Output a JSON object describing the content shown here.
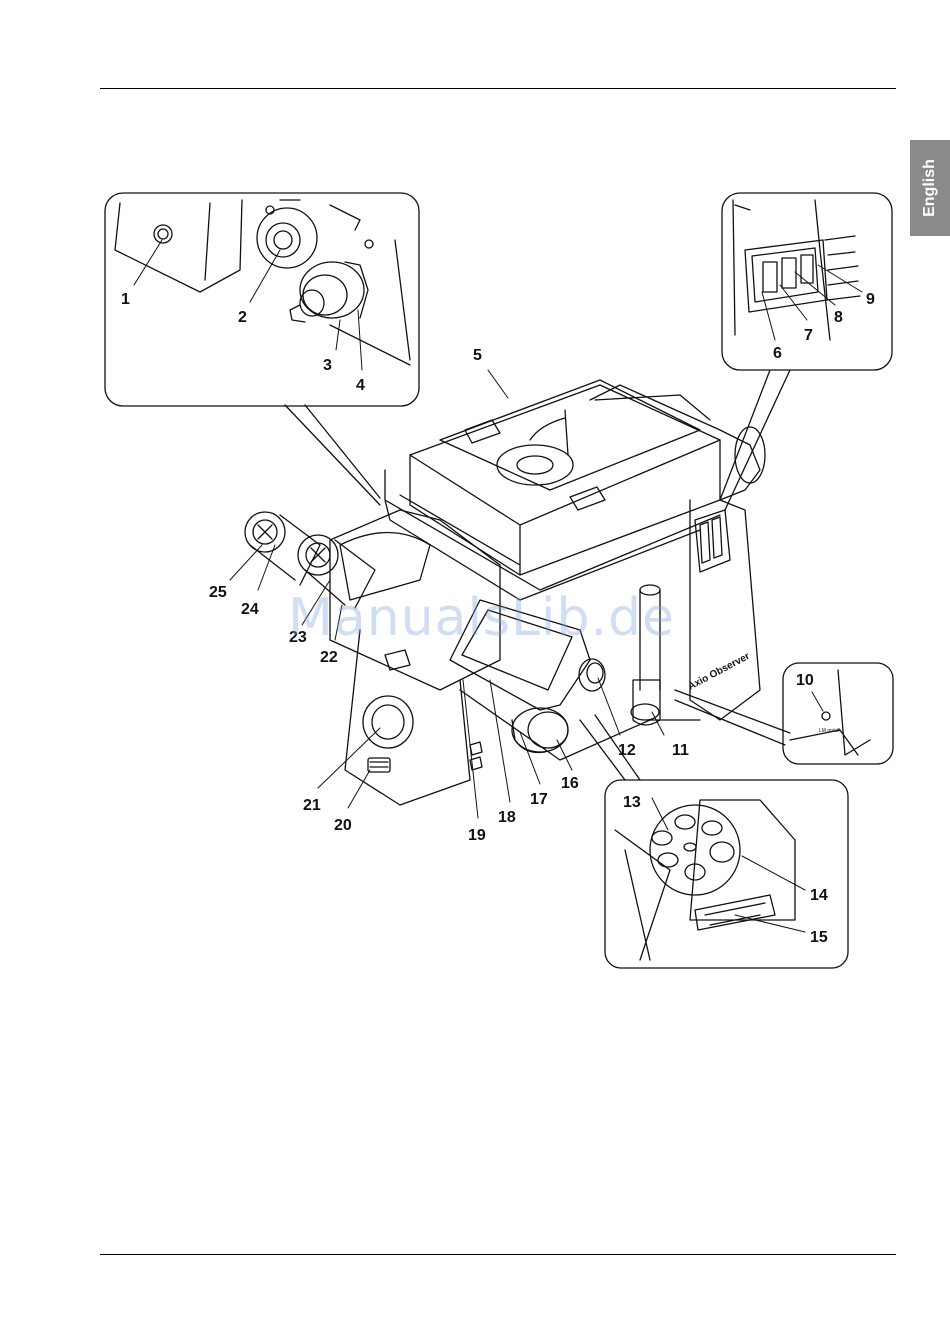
{
  "language_tab": "English",
  "watermark": "ManualsLib.de",
  "callouts": [
    "1",
    "2",
    "3",
    "4",
    "5",
    "6",
    "7",
    "8",
    "9",
    "10",
    "11",
    "12",
    "13",
    "14",
    "15",
    "16",
    "17",
    "18",
    "19",
    "20",
    "21",
    "22",
    "23",
    "24",
    "25"
  ],
  "brand_text": "Axio Observer",
  "small_label": "LM on/off",
  "colors": {
    "line": "#111111",
    "tab": "#8a8a8a",
    "watermark": "#7aa0dc"
  }
}
